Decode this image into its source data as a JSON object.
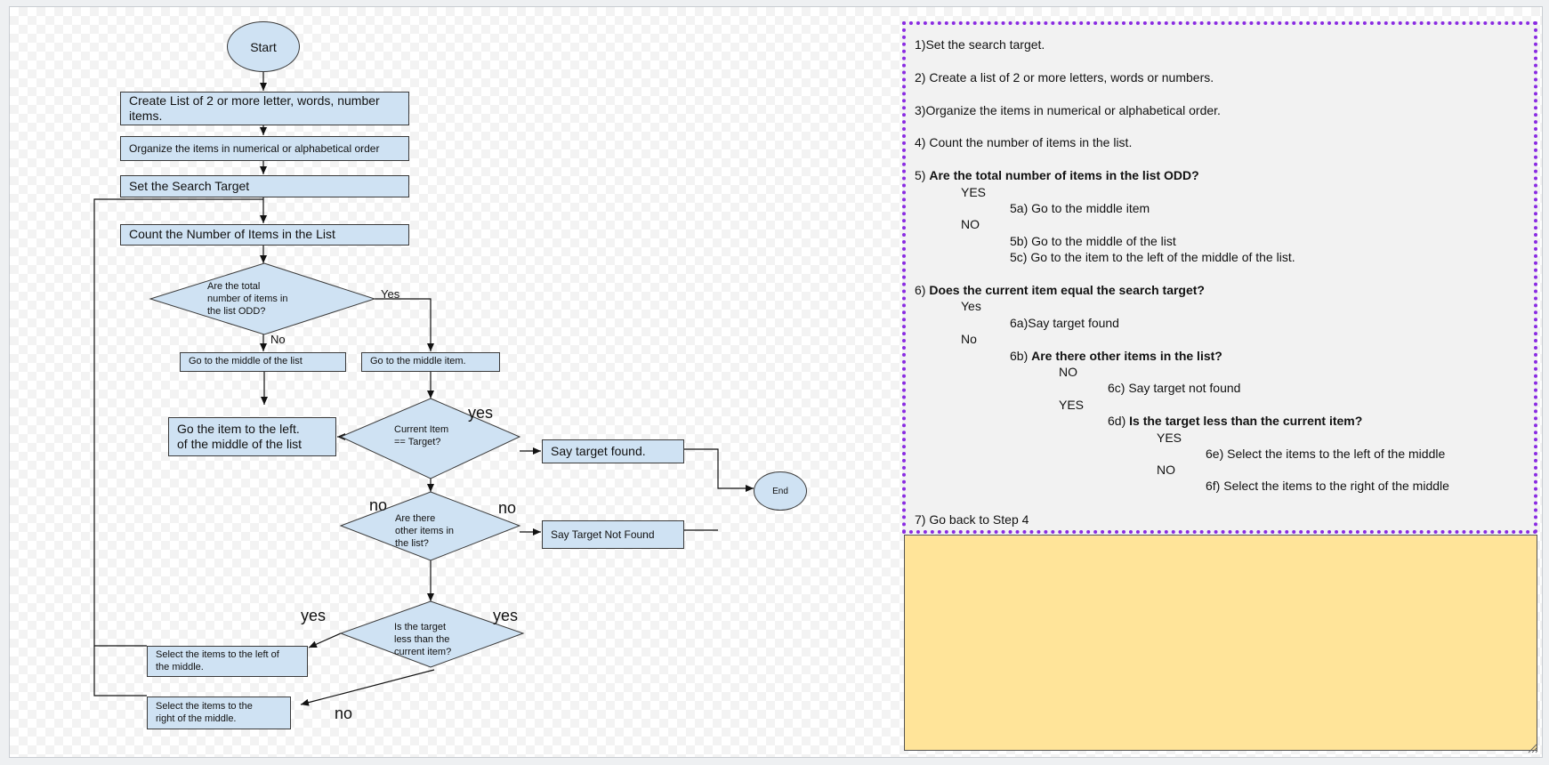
{
  "flowchart": {
    "start": "Start",
    "create_list": "Create List of 2 or more letter, words, number items.",
    "organize": "Organize the items in numerical or alphabetical order",
    "set_target": "Set the Search Target",
    "count": "Count the Number of Items in the List",
    "odd_question": [
      "Are the total",
      "number of items in",
      "the list ODD?"
    ],
    "go_middle_list": "Go to the middle of the list",
    "go_middle_item": "Go to the middle item.",
    "go_left_middle": [
      "Go the item to the left.",
      "of the middle of the list"
    ],
    "current_eq_target": [
      "Current Item",
      "== Target?"
    ],
    "say_found": "Say target found.",
    "other_items": [
      "Are there",
      "other items in",
      "the list?"
    ],
    "say_not_found": "Say Target Not Found",
    "end": "End",
    "target_less": [
      "Is the target",
      "less than the",
      "current item?"
    ],
    "select_left": [
      "Select the items to the left of",
      "the middle."
    ],
    "select_right": [
      "Select the items to the",
      "right of the middle."
    ],
    "labels": {
      "yes_odd": "Yes",
      "no_odd": "No",
      "yes_current": "yes",
      "no_current": "no",
      "no_other": "no",
      "yes_less_left": "yes",
      "yes_less_right": "yes",
      "no_less": "no"
    }
  },
  "notes": {
    "s1": "1)Set the search target.",
    "s2": "2) Create a list of 2 or more letters, words or numbers.",
    "s3": "3)Organize the items in numerical or alphabetical order.",
    "s4": "4) Count the number of items in the list.",
    "s5_prefix": "5) ",
    "s5_bold": "Are the total number of items in the list ODD?",
    "s5_yes": "YES",
    "s5a": "5a) Go to the middle item",
    "s5_no": "NO",
    "s5b": "5b) Go to the middle of the list",
    "s5c": "5c) Go to the item to the left of the middle of the list.",
    "s6_prefix": "6) ",
    "s6_bold": "Does the current item equal the search target?",
    "s6_yes": "Yes",
    "s6a": "6a)Say target found",
    "s6_no": "No",
    "s6b_prefix": "6b) ",
    "s6b_bold": "Are there other items in the list?",
    "s6b_no": "NO",
    "s6c": "6c) Say target not found",
    "s6b_yes": "YES",
    "s6d_prefix": "6d) ",
    "s6d_bold": "Is the target less than the current item?",
    "s6d_yes": "YES",
    "s6e": "6e) Select the items to the left of the middle",
    "s6d_no": "NO",
    "s6f": "6f) Select the items to the right of the middle",
    "s7": "7) Go back to Step 4"
  },
  "colors": {
    "shape_fill": "#cfe2f3",
    "shape_stroke": "#3a3a3a",
    "notes_border": "#8a2be2",
    "notes_bg": "#f2f2f2",
    "sticky_bg": "#ffe499"
  }
}
